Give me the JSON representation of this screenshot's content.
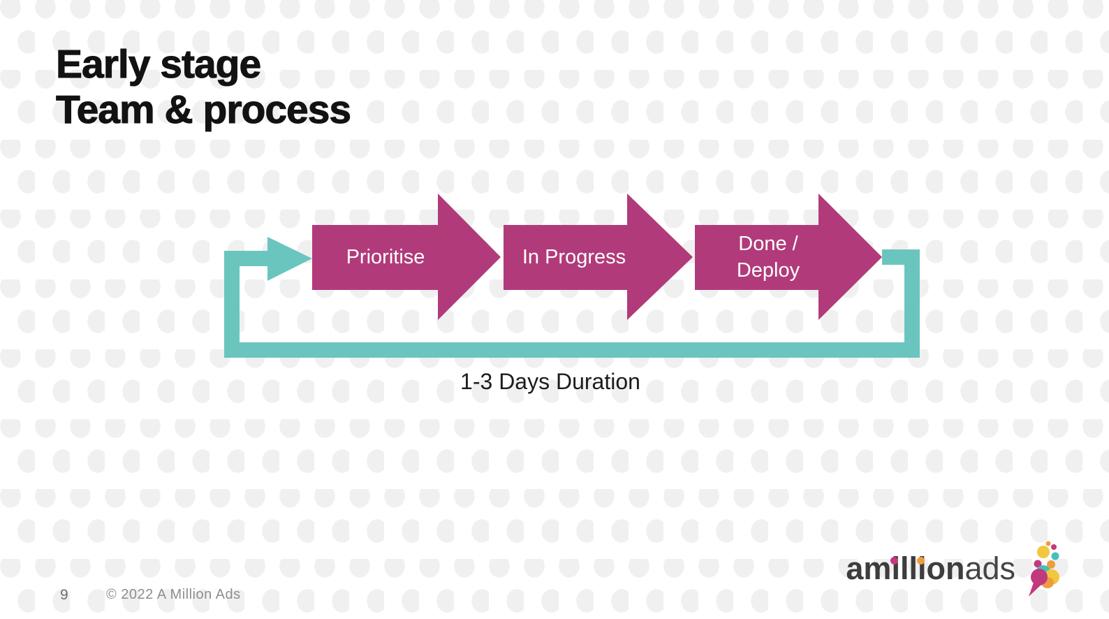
{
  "slide": {
    "title_line1": "Early stage",
    "title_line2": "Team & process",
    "page_number": "9",
    "copyright": "© 2022 A Million Ads"
  },
  "diagram": {
    "step1_label": "Prioritise",
    "step2_label": "In Progress",
    "step3_label_line1": "Done /",
    "step3_label_line2": "Deploy",
    "duration_label": "1-3 Days Duration"
  },
  "logo": {
    "name_bold": "amillion",
    "name_light": "ads"
  },
  "colors": {
    "step_arrow": "#b13b7a",
    "loop_arrow": "#6ac5bf",
    "dot_pattern": "#f0f0f0",
    "title_text": "#121212",
    "footer_text": "#8e8e8e",
    "logo_dot_pink": "#c2397e",
    "logo_dot_orange": "#ee9d3e"
  }
}
